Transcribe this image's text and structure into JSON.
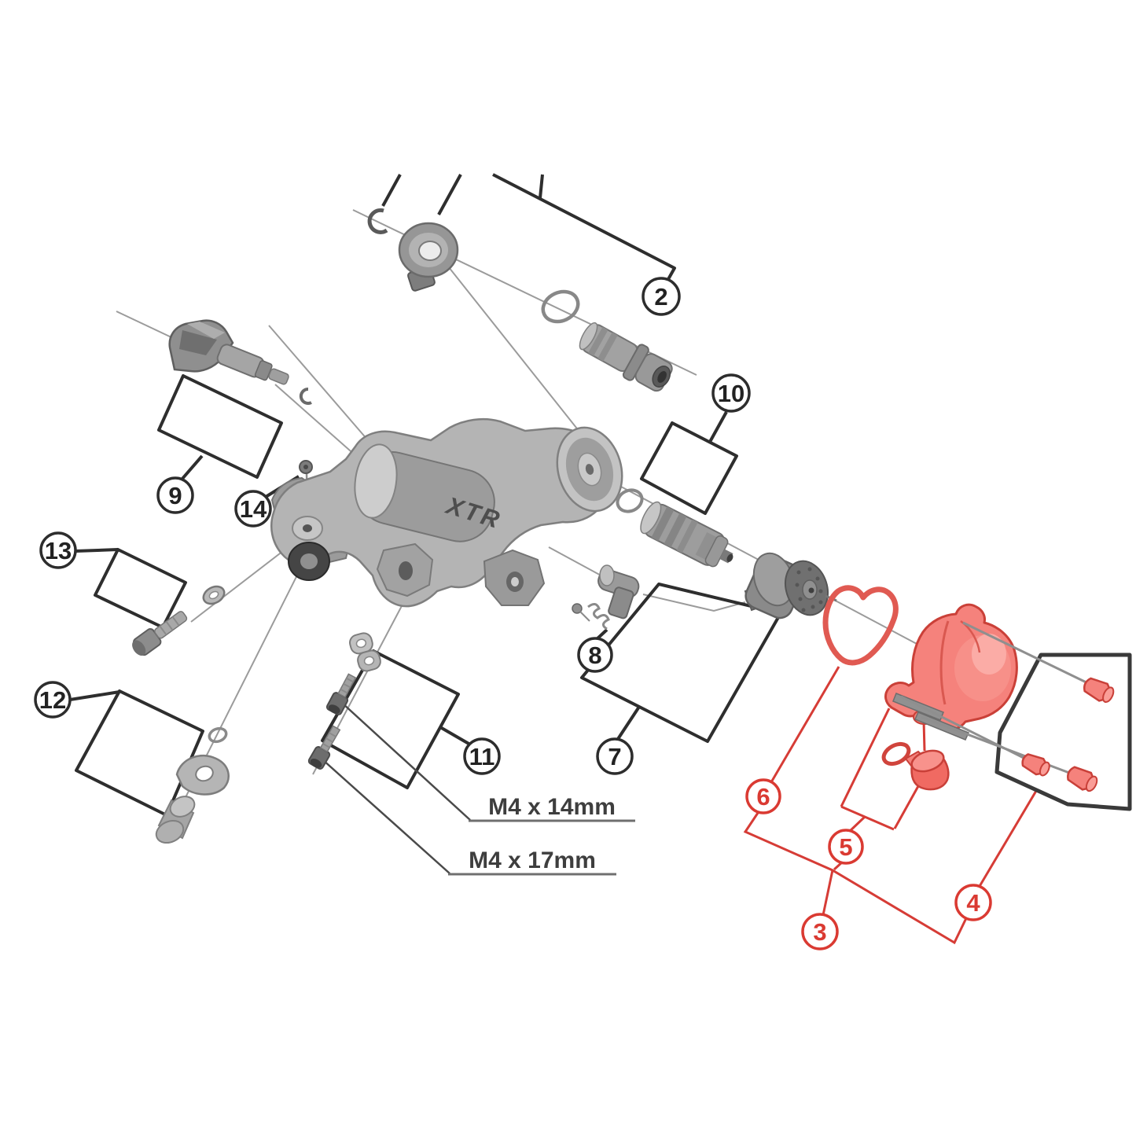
{
  "diagram": {
    "type": "exploded-parts-diagram",
    "subject": "rear derailleur assembly",
    "body_logo": "XTR",
    "callouts": {
      "c2": "2",
      "c3": "3",
      "c4": "4",
      "c5": "5",
      "c6": "6",
      "c7": "7",
      "c8": "8",
      "c9": "9",
      "c10": "10",
      "c11": "11",
      "c12": "12",
      "c13": "13",
      "c14": "14"
    },
    "size_labels": {
      "upper": "M4 x 14mm",
      "lower": "M4 x 17mm"
    },
    "colors": {
      "background": "#ffffff",
      "outline_black": "#2e2e2e",
      "part_gray": "#a8a8a8",
      "thin_line_gray": "#9b9b9b",
      "highlight_red": "#d63c36",
      "red_part_fill": "#f5827c",
      "box_outline": "#3a3a3a"
    },
    "highlighted_callouts": [
      "3",
      "4",
      "5",
      "6"
    ]
  }
}
